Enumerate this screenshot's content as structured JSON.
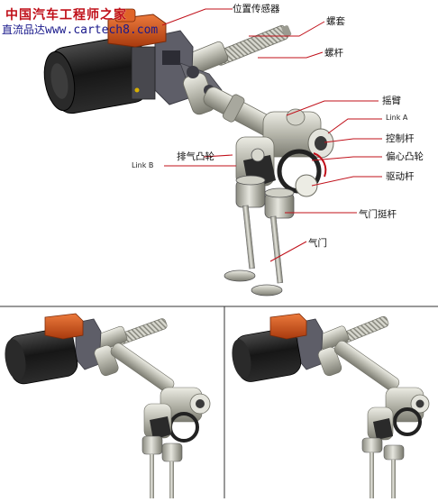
{
  "watermark": {
    "site_name": "中国汽车工程师之家",
    "prefix": "直流品达",
    "url": "www.cartech8.com"
  },
  "labels": {
    "position_sensor": "位置传感器",
    "screw_sleeve": "螺套",
    "screw_rod": "螺杆",
    "rocker_arm": "摇臂",
    "link_a": "Link A",
    "control_rod": "控制杆",
    "eccentric_cam": "偏心凸轮",
    "drive_rod": "驱动杆",
    "exhaust_cam": "排气凸轮",
    "link_b": "Link B",
    "valve_lifter": "气门挺杆",
    "valve": "气门"
  },
  "colors": {
    "label_line": "#c0101a",
    "motor_body": "#1e1e1e",
    "actuator_orange": "#d2561f",
    "metal": "#b7b7ac",
    "metal_dark": "#77776c",
    "metal_light": "#e2e2da",
    "bracket": "#5c5c66",
    "panel_border": "#333333"
  }
}
